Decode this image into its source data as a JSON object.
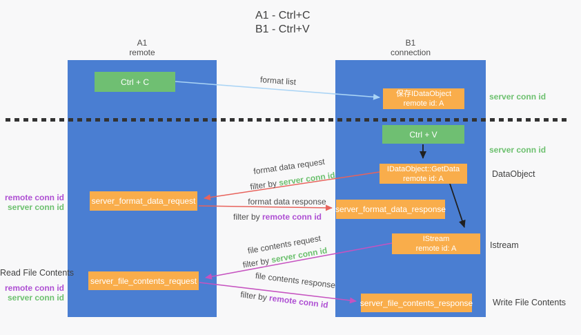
{
  "title": {
    "line1": "A1 - Ctrl+C",
    "line2": "B1 - Ctrl+V"
  },
  "columns": {
    "a1": {
      "name": "A1",
      "role": "remote"
    },
    "b1": {
      "name": "B1",
      "role": "connection"
    }
  },
  "boxes": {
    "ctrl_c": "Ctrl + C",
    "ctrl_v": "Ctrl + V",
    "save_dataobject": {
      "line1": "保存IDataObject",
      "line2": "remote id: A"
    },
    "getdata": {
      "line1": "IDataObject::GetData",
      "line2": "remote id: A"
    },
    "istream": {
      "line1": "IStream",
      "line2": "remote id: A"
    },
    "format_request": "server_format_data_request",
    "format_response": "server_format_data_response",
    "file_request": "server_file_contents_request",
    "file_response": "server_file_contents_response"
  },
  "labels": {
    "format_list": "format list",
    "format_data_request": "format data request",
    "format_data_response": "format data response",
    "file_contents_request": "file contents request",
    "file_contents_response": "file contents response",
    "filter_by": "filter by ",
    "server_conn_id": "server conn id",
    "remote_conn_id": "remote conn id"
  },
  "side": {
    "dataobject": "DataObject",
    "istream": "Istream",
    "read_file_contents": "Read File Contents",
    "write_file_contents": "Write File Contents"
  },
  "colors": {
    "lifeline_blue": "#4a7ed2",
    "box_green": "#6fbf72",
    "box_orange": "#f9ad4b",
    "arrow_red": "#e8635c",
    "arrow_magenta": "#c653c0",
    "arrow_lightblue": "#aad4f5",
    "arrow_black": "#202020",
    "text_green": "#6cc06e",
    "text_purple": "#ae4fd3"
  }
}
